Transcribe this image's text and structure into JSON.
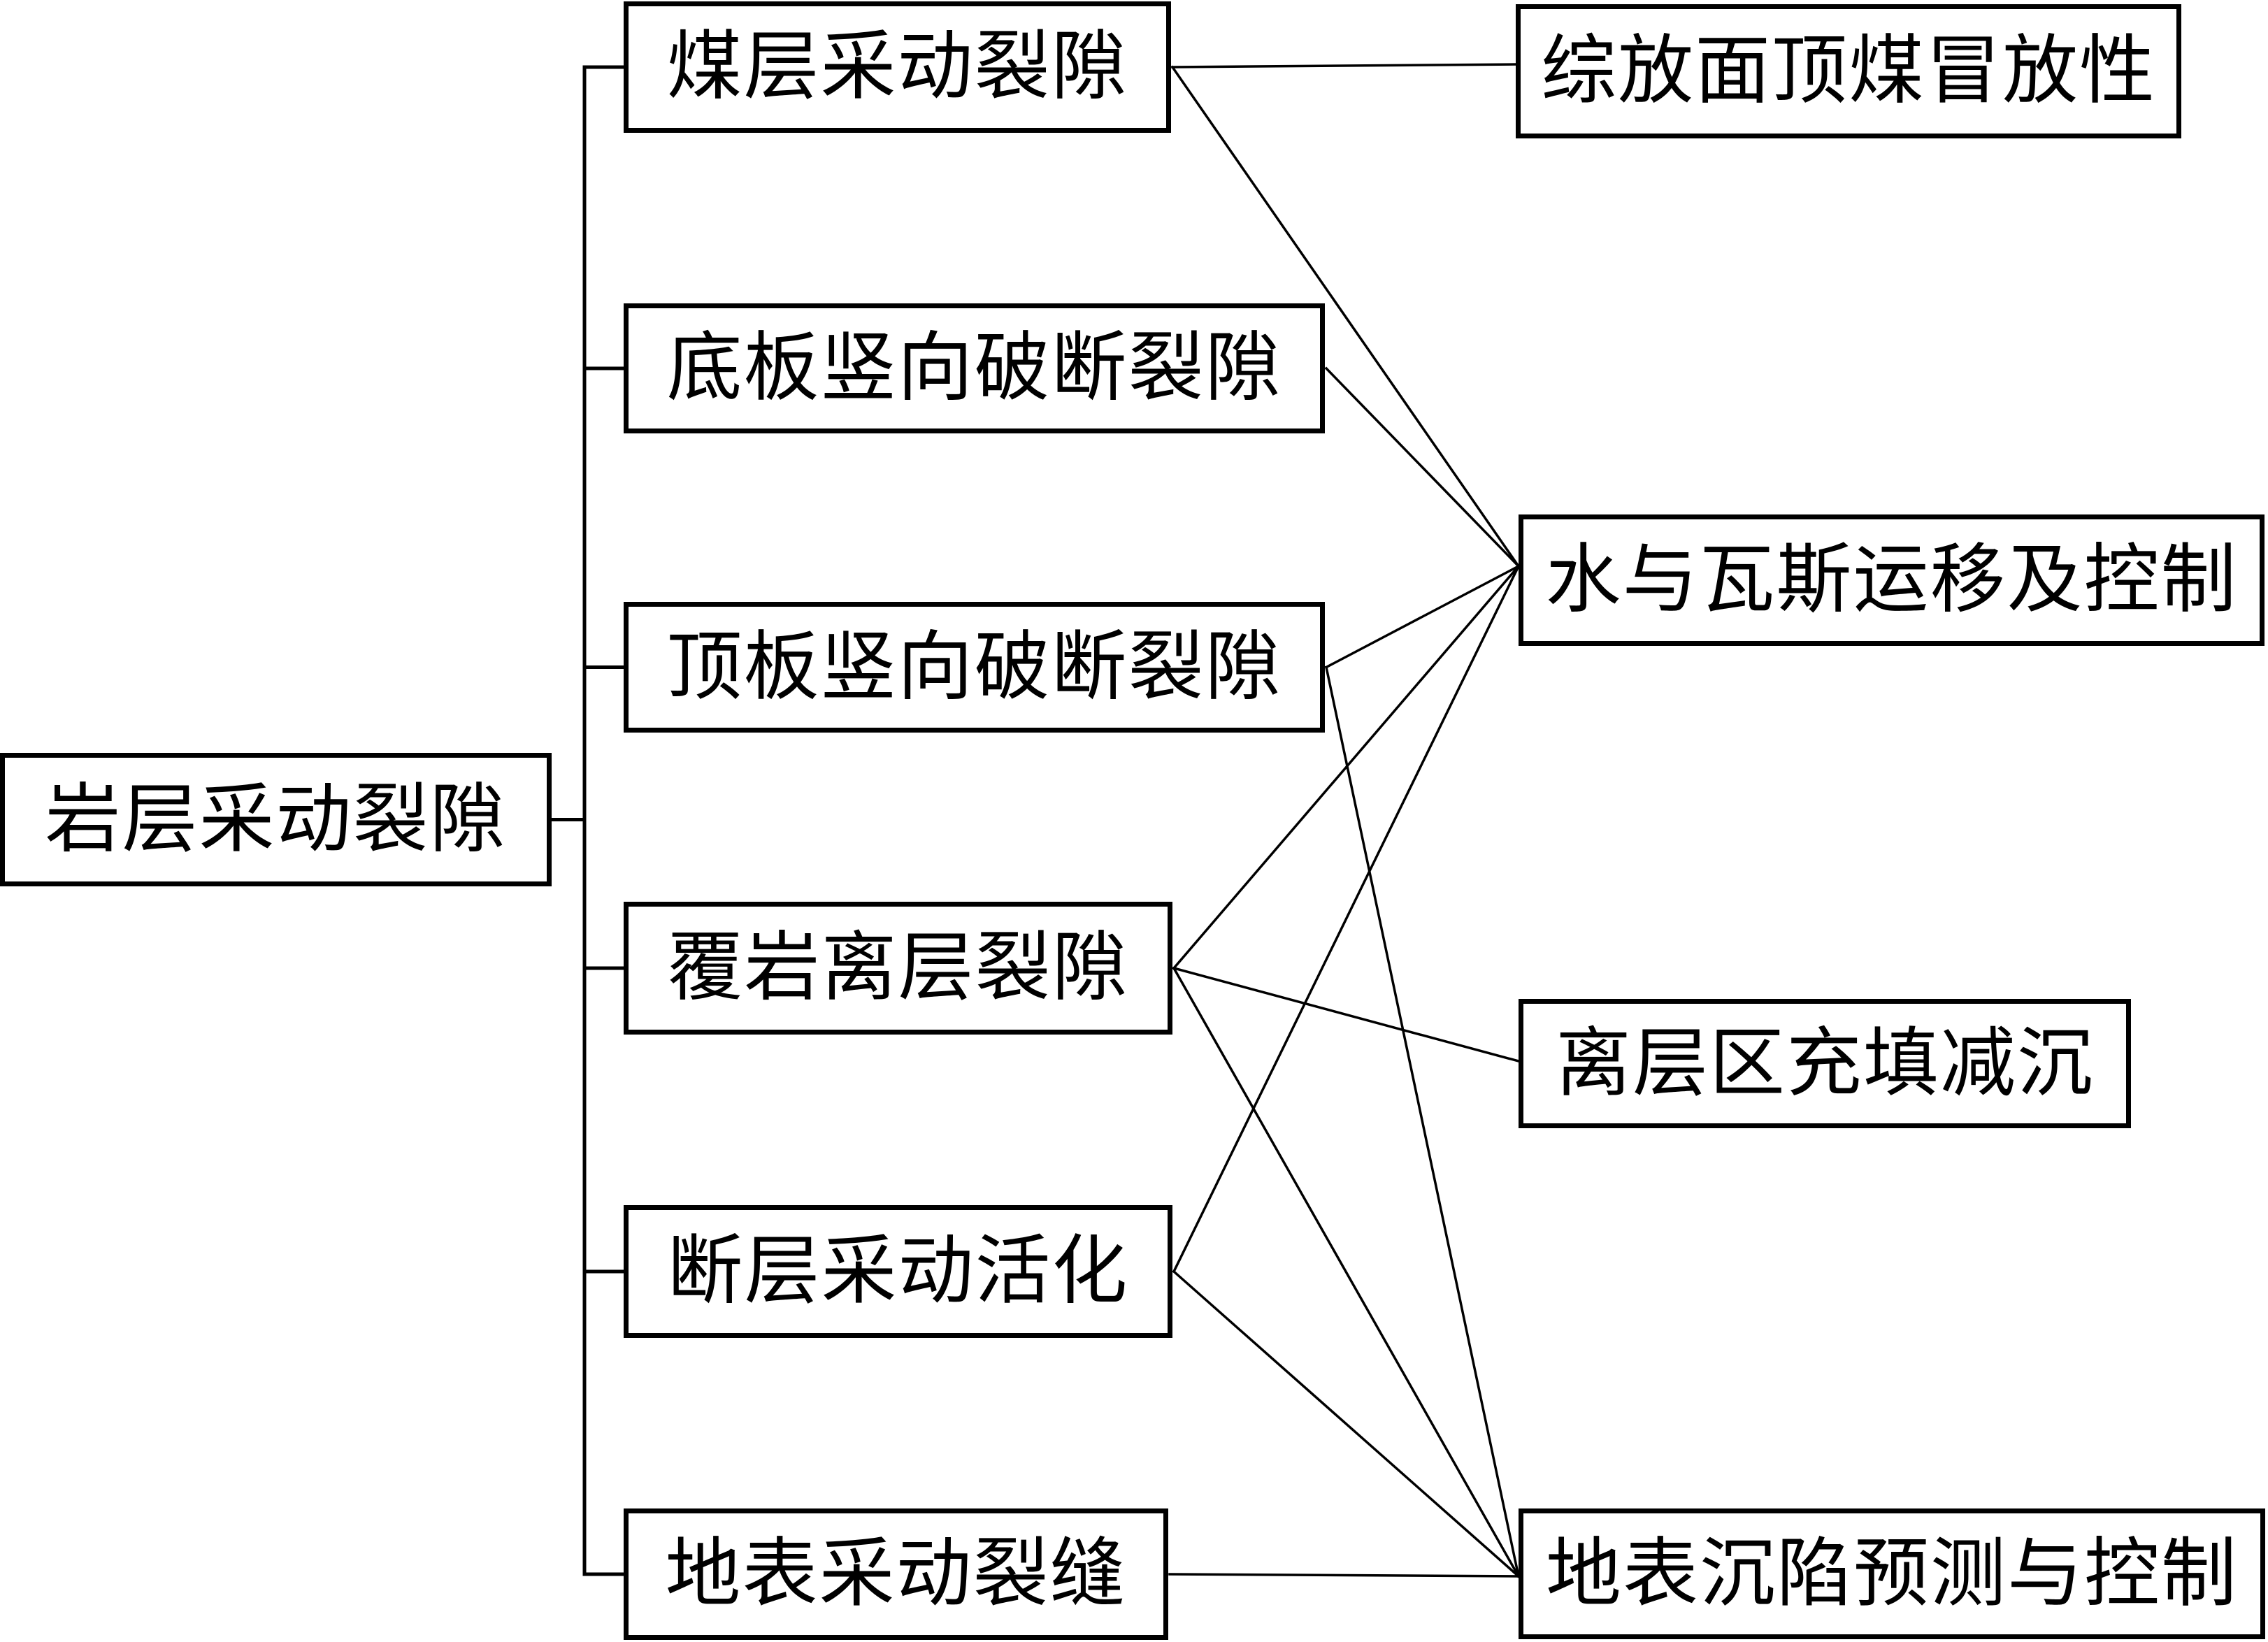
{
  "diagram": {
    "title": "岩层采动裂隙",
    "root": {
      "id": "root",
      "label": "岩层采动裂隙"
    },
    "middle": [
      {
        "id": "m0",
        "label": "煤层采动裂隙"
      },
      {
        "id": "m1",
        "label": "底板竖向破断裂隙"
      },
      {
        "id": "m2",
        "label": "顶板竖向破断裂隙"
      },
      {
        "id": "m3",
        "label": "覆岩离层裂隙"
      },
      {
        "id": "m4",
        "label": "断层采动活化"
      },
      {
        "id": "m5",
        "label": "地表采动裂缝"
      }
    ],
    "right": [
      {
        "id": "r0",
        "label": "综放面顶煤冒放性"
      },
      {
        "id": "r1",
        "label": "水与瓦斯运移及控制"
      },
      {
        "id": "r2",
        "label": "离层区充填减沉"
      },
      {
        "id": "r3",
        "label": "地表沉陷预测与控制"
      }
    ],
    "tree_edges": [
      {
        "from": "root",
        "to": "m0"
      },
      {
        "from": "root",
        "to": "m1"
      },
      {
        "from": "root",
        "to": "m2"
      },
      {
        "from": "root",
        "to": "m3"
      },
      {
        "from": "root",
        "to": "m4"
      },
      {
        "from": "root",
        "to": "m5"
      }
    ],
    "links": [
      {
        "from": "m0",
        "to": "r0"
      },
      {
        "from": "m0",
        "to": "r1"
      },
      {
        "from": "m1",
        "to": "r1"
      },
      {
        "from": "m2",
        "to": "r1"
      },
      {
        "from": "m2",
        "to": "r3"
      },
      {
        "from": "m3",
        "to": "r1"
      },
      {
        "from": "m3",
        "to": "r2"
      },
      {
        "from": "m3",
        "to": "r3"
      },
      {
        "from": "m4",
        "to": "r1"
      },
      {
        "from": "m4",
        "to": "r3"
      },
      {
        "from": "m5",
        "to": "r3"
      }
    ],
    "colors": {
      "line": "#000000",
      "background": "#ffffff",
      "text": "#000000"
    }
  }
}
